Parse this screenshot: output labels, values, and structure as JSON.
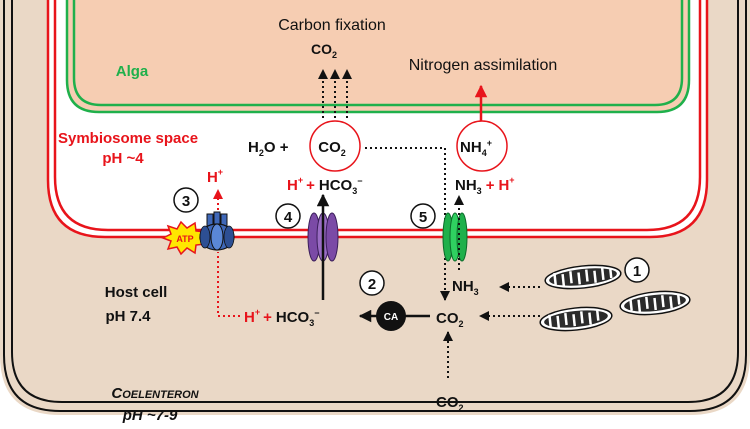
{
  "labels": {
    "carbon_fixation": "Carbon fixation",
    "co2_top": "CO",
    "co2_top_sub": "2",
    "nitrogen_assimilation": "Nitrogen assimilation",
    "alga": "Alga",
    "symbiosome_space": "Symbiosome space",
    "symbiosome_ph": "pH ~4",
    "host_cell": "Host cell",
    "host_ph": "pH 7.4",
    "coelenteron": "Coelenteron",
    "coelenteron_ph": "pH ~7-9",
    "water": "H",
    "water_sub": "2",
    "water_tail": "O +",
    "co2_alga": "CO",
    "co2_alga_sub": "2",
    "nh4": "NH",
    "nh4_sub": "4",
    "nh4_sup": "+",
    "h_proton_pump": "H",
    "h_proton_pump_sup": "+",
    "h_sym": "H",
    "h_sym_sup": "+",
    "plus_sym": "+",
    "hco3_sym": "HCO",
    "hco3_sym_sub": "3",
    "hco3_sym_sup": "−",
    "nh3_sym": "NH",
    "nh3_sym_sub": "3",
    "plus_nh3": "+",
    "h_nh3": "H",
    "h_nh3_sup": "+",
    "h_host": "H",
    "h_host_sup": "+",
    "plus_host": "+",
    "hco3_host": "HCO",
    "hco3_host_sub": "3",
    "hco3_host_sup": "−",
    "co2_host": "CO",
    "co2_host_sub": "2",
    "nh3_host": "NH",
    "nh3_host_sub": "3",
    "co2_bottom": "CO",
    "co2_bottom_sub": "2",
    "atp": "ATP",
    "ca": "CA",
    "step_1": "1",
    "step_2": "2",
    "step_3": "3",
    "step_4": "4",
    "step_5": "5"
  },
  "colors": {
    "alga_fill": "#f6cdb2",
    "host_fill": "#ead8c6",
    "alga_membrane": "#1fb04b",
    "symbiosome_membrane": "#e8141b",
    "accent_red": "#e8141b",
    "aquaporin_green": "#1fb04b",
    "transporter_purple": "#7b4aa6",
    "pump_blue": "#3f68b8",
    "atp_yellow": "#ffe600"
  },
  "icons": {
    "proton_pump": "v-atpase-icon",
    "bicarbonate_transporter": "transporter-icon",
    "ammonia_channel": "aquaporin-icon",
    "mitochondria": "mitochondria-icon",
    "carbonic_anhydrase": "ca-enzyme-icon",
    "atp_burst": "atp-burst-icon"
  }
}
